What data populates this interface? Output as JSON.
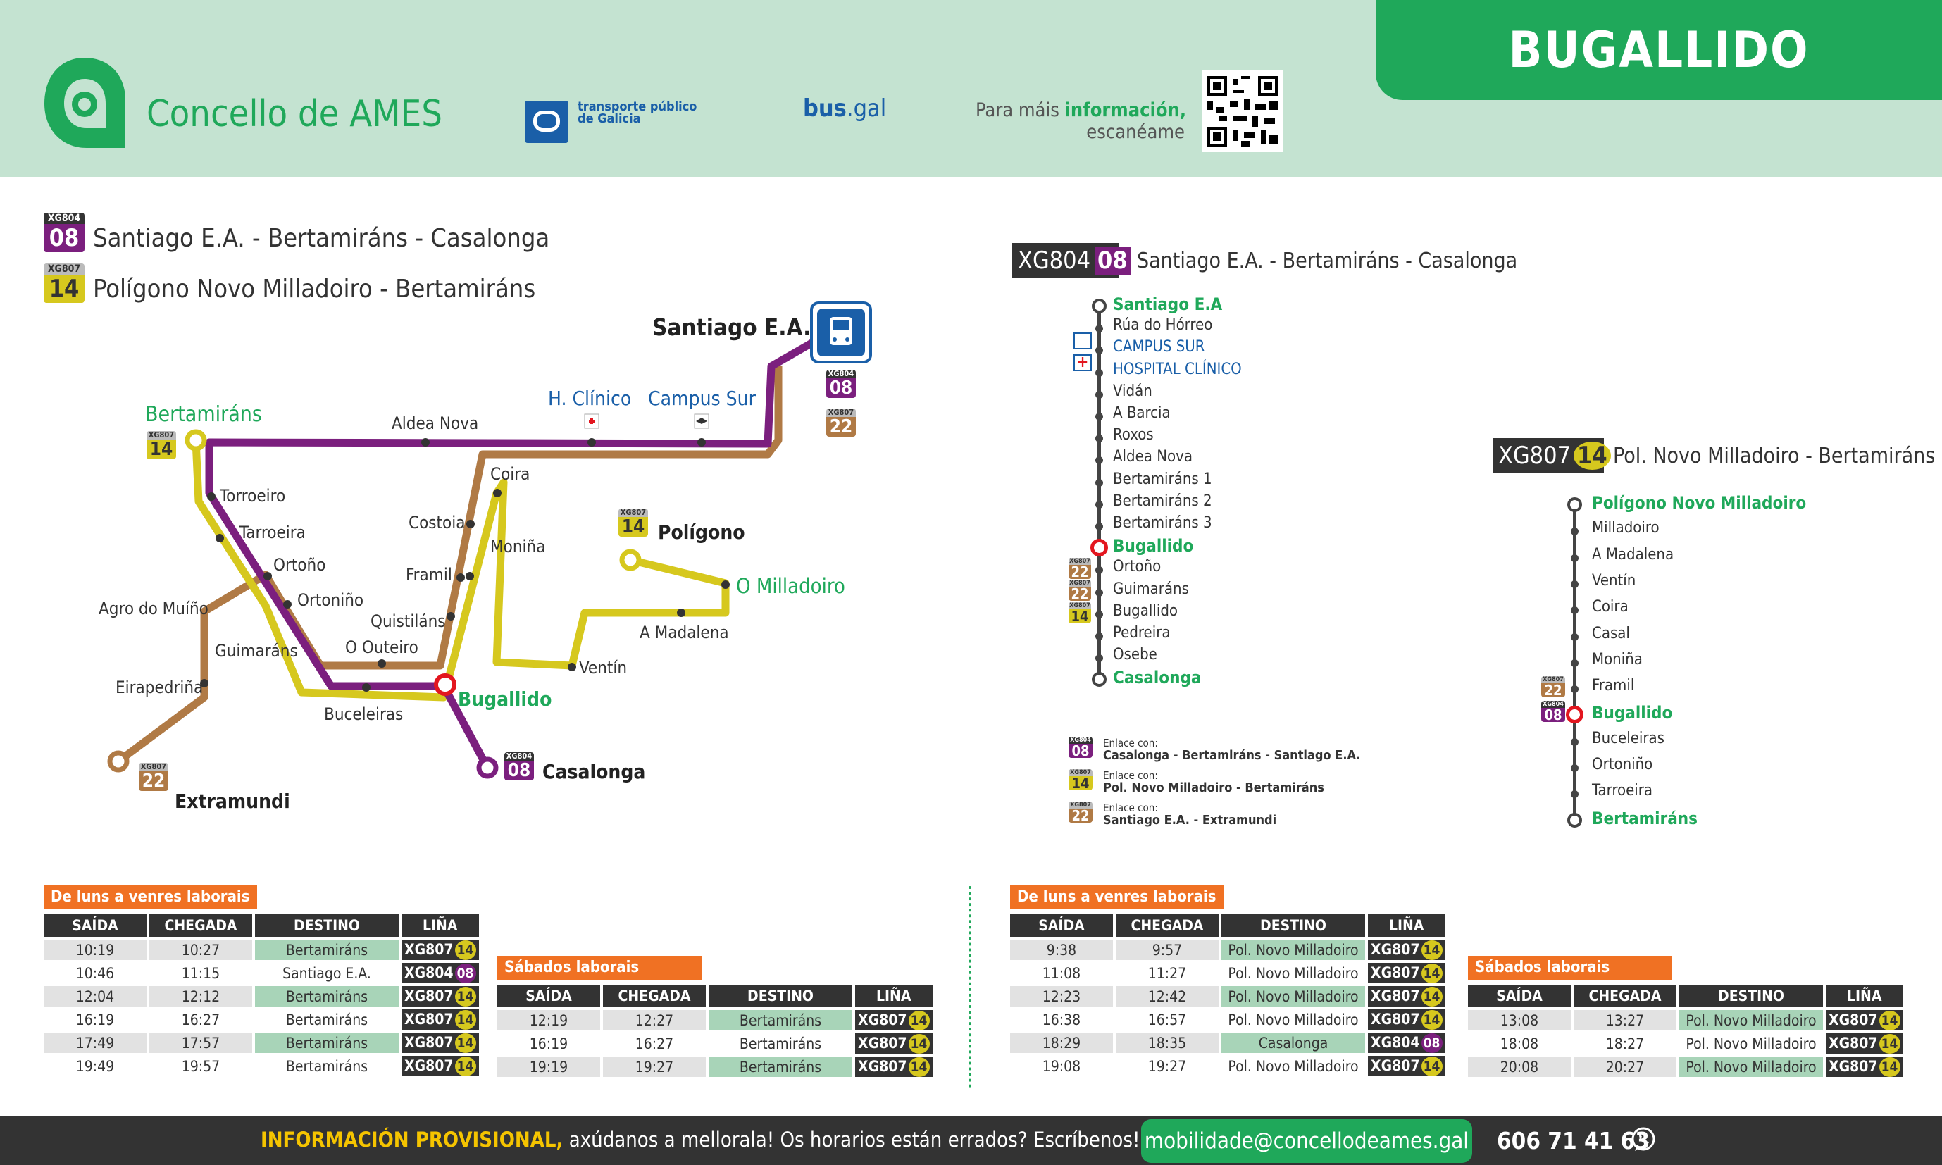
{
  "header": {
    "org_name": "Concello de AMES",
    "tpg_line1": "transporte público",
    "tpg_line2": "de Galicia",
    "busgal_a": "bus",
    "busgal_b": ".gal",
    "info_prefix": "Para máis ",
    "info_bold": "información,",
    "info_line2": "escanéame",
    "stop_name": "BUGALLIDO"
  },
  "legend": {
    "line08_code": "XG804",
    "line08_num": "08",
    "line08_name": "Santiago E.A. - Bertamiráns - Casalonga",
    "line14_code": "XG807",
    "line14_num": "14",
    "line14_name": "Polígono Novo Milladoiro - Bertamiráns",
    "line22_code": "XG807",
    "line22_num": "22"
  },
  "map": {
    "santiago": "Santiago E.A.",
    "bertamirans": "Bertamiráns",
    "aldea_nova": "Aldea Nova",
    "h_clinico": "H. Clínico",
    "campus_sur": "Campus Sur",
    "torroeiro": "Torroeiro",
    "tarroeira": "Tarroeira",
    "ortono": "Ortoño",
    "ortonino": "Ortoniño",
    "agro": "Agro do Muíño",
    "guimarans": "Guimaráns",
    "eirapedrina": "Eirapedriña",
    "extramundi": "Extramundi",
    "buceleiras": "Buceleiras",
    "o_outeiro": "O Outeiro",
    "quistilans": "Quistiláns",
    "framil": "Framil",
    "costoia": "Costoia",
    "coira": "Coira",
    "monina": "Moniña",
    "bugallido": "Bugallido",
    "casalonga": "Casalonga",
    "poligono": "Polígono",
    "o_milladoiro": "O Milladoiro",
    "a_madalena": "A Madalena",
    "ventin": "Ventín"
  },
  "strip08": {
    "code": "XG804",
    "num": "08",
    "title": "Santiago E.A. - Bertamiráns - Casalonga",
    "stops": [
      "Santiago E.A",
      "Rúa do Hórreo",
      "CAMPUS SUR",
      "HOSPITAL CLÍNICO",
      "Vidán",
      "A Barcia",
      "Roxos",
      "Aldea Nova",
      "Bertamiráns 1",
      "Bertamiráns 2",
      "Bertamiráns 3",
      "Bugallido",
      "Ortoño",
      "Guimaráns",
      "Bugallido",
      "Pedreira",
      "Osebe",
      "Casalonga"
    ]
  },
  "strip14": {
    "code": "XG807",
    "num": "14",
    "title": "Pol. Novo Milladoiro - Bertamiráns",
    "stops": [
      "Polígono Novo Milladoiro",
      "Milladoiro",
      "A Madalena",
      "Ventín",
      "Coira",
      "Casal",
      "Moniña",
      "Framil",
      "Bugallido",
      "Buceleiras",
      "Ortoniño",
      "Tarroeira",
      "Bertamiráns"
    ]
  },
  "links": {
    "title": "Enlace con:",
    "l08": "Casalonga - Bertamiráns - Santiago E.A.",
    "l14": "Pol. Novo Milladoiro - Bertamiráns",
    "l22": "Santiago E.A. - Extramundi"
  },
  "tables": {
    "weekday_label": "De luns a venres laborais",
    "saturday_label": "Sábados laborais",
    "col_saida": "SAÍDA",
    "col_chegada": "CHEGADA",
    "col_destino": "DESTINO",
    "col_lina": "LIÑA",
    "t1": [
      [
        "10:19",
        "10:27",
        "Bertamiráns",
        "XG807",
        "14"
      ],
      [
        "10:46",
        "11:15",
        "Santiago E.A.",
        "XG804",
        "08"
      ],
      [
        "12:04",
        "12:12",
        "Bertamiráns",
        "XG807",
        "14"
      ],
      [
        "16:19",
        "16:27",
        "Bertamiráns",
        "XG807",
        "14"
      ],
      [
        "17:49",
        "17:57",
        "Bertamiráns",
        "XG807",
        "14"
      ],
      [
        "19:49",
        "19:57",
        "Bertamiráns",
        "XG807",
        "14"
      ]
    ],
    "t2": [
      [
        "12:19",
        "12:27",
        "Bertamiráns",
        "XG807",
        "14"
      ],
      [
        "16:19",
        "16:27",
        "Bertamiráns",
        "XG807",
        "14"
      ],
      [
        "19:19",
        "19:27",
        "Bertamiráns",
        "XG807",
        "14"
      ]
    ],
    "t3": [
      [
        "9:38",
        "9:57",
        "Pol. Novo Milladoiro",
        "XG807",
        "14"
      ],
      [
        "11:08",
        "11:27",
        "Pol. Novo Milladoiro",
        "XG807",
        "14"
      ],
      [
        "12:23",
        "12:42",
        "Pol. Novo Milladoiro",
        "XG807",
        "14"
      ],
      [
        "16:38",
        "16:57",
        "Pol. Novo Milladoiro",
        "XG807",
        "14"
      ],
      [
        "18:29",
        "18:35",
        "Casalonga",
        "XG804",
        "08"
      ],
      [
        "19:08",
        "19:27",
        "Pol. Novo Milladoiro",
        "XG807",
        "14"
      ]
    ],
    "t4": [
      [
        "13:08",
        "13:27",
        "Pol. Novo Milladoiro",
        "XG807",
        "14"
      ],
      [
        "18:08",
        "18:27",
        "Pol. Novo Milladoiro",
        "XG807",
        "14"
      ],
      [
        "20:08",
        "20:27",
        "Pol. Novo Milladoiro",
        "XG807",
        "14"
      ]
    ]
  },
  "footer": {
    "bold": "INFORMACIÓN PROVISIONAL,",
    "text": " axúdanos a mellorala! Os horarios están errados?  Escríbenos!:",
    "email": "mobilidade@concellodeames.gal",
    "phone": "606 71 41 63"
  },
  "colors": {
    "green": "#1fa85a",
    "purple": "#7b1f7e",
    "yellow": "#d6c81e",
    "brown": "#b07a45",
    "dark": "#333333",
    "orange": "#f07123"
  }
}
